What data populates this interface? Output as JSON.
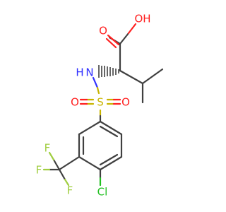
{
  "molecule": {
    "atom_labels": {
      "carbonyl_o": "O",
      "hydroxyl": "OH",
      "amine": "N",
      "amine_h": "H",
      "sulfur": "S",
      "sulfonyl_o_left": "O",
      "sulfonyl_o_right": "O",
      "fluorine_top": "F",
      "fluorine_left": "F",
      "fluorine_bottom": "F",
      "chlorine": "Cl"
    },
    "colors": {
      "carbon_bond": "#404040",
      "oxygen": "#ff2020",
      "nitrogen": "#3030ff",
      "sulfur": "#c8b400",
      "fluorine": "#a0ce40",
      "chlorine": "#20c020"
    }
  }
}
